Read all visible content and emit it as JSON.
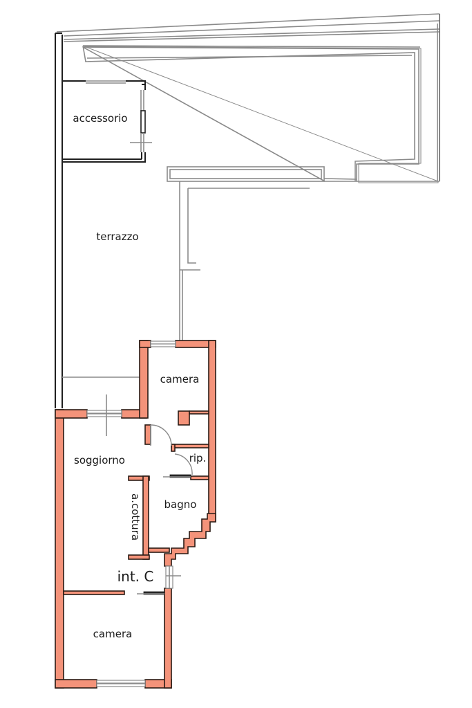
{
  "plan": {
    "unit_label": "int. C",
    "rooms": [
      {
        "id": "accessorio",
        "label": "accessorio"
      },
      {
        "id": "terrazzo",
        "label": "terrazzo"
      },
      {
        "id": "camera-upper",
        "label": "camera"
      },
      {
        "id": "soggiorno",
        "label": "soggiorno"
      },
      {
        "id": "ripostiglio",
        "label": "rip."
      },
      {
        "id": "bagno",
        "label": "bagno"
      },
      {
        "id": "angolo-cottura",
        "label": "a.cottura"
      },
      {
        "id": "camera-lower",
        "label": "camera"
      }
    ]
  },
  "colors": {
    "wall_fill": "#f4937a",
    "wall_outline": "#2a1a14",
    "terrace_line": "#8a8a8a",
    "background": "#ffffff"
  }
}
